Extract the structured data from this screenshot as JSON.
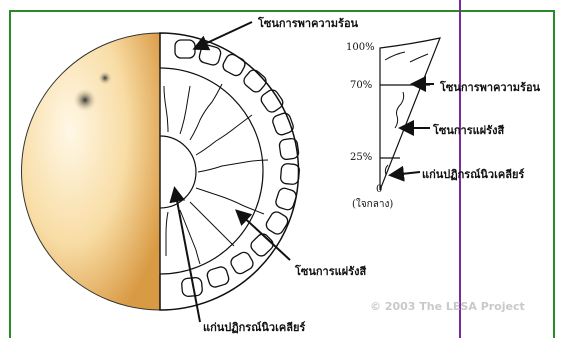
{
  "diagram": {
    "labels": {
      "convection_top": "โซนการพาความร้อน",
      "convection_right": "โซนการพาความร้อน",
      "radiation_inset": "โซนการแผ่รังสี",
      "core_inset": "แก่นปฏิกรณ์นิวเคลียร์",
      "radiation_bottom": "โซนการแผ่รังสี",
      "core_bottom": "แก่นปฏิกรณ์นิวเคลียร์"
    },
    "scale": {
      "p100": "100%",
      "p70": "70%",
      "p25": "25%",
      "p0": "0",
      "center": "(ใจกลาง)"
    },
    "credit": "© 2003  The LESA Project"
  },
  "colors": {
    "frame": "#2a8a2a",
    "divider": "#7a2a9a",
    "sphere_light": "#fff4dc",
    "sphere_dark": "#e8b060"
  }
}
